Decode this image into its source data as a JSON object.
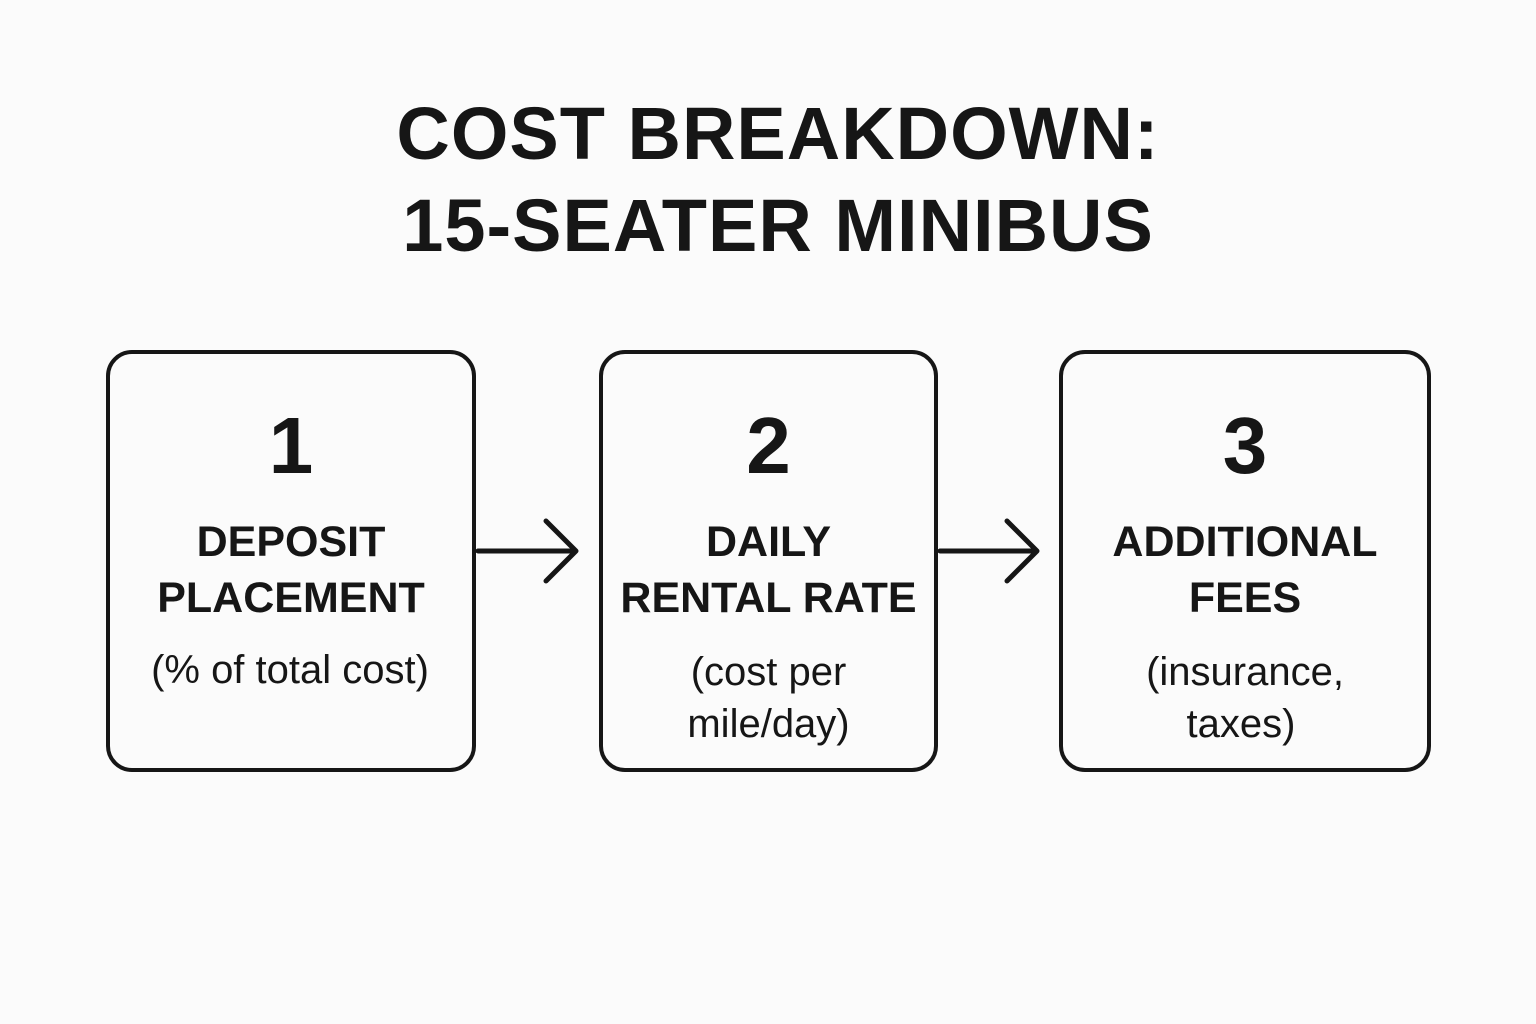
{
  "title": {
    "line1": "COST BREAKDOWN:",
    "line2": "15-SEATER MINIBUS"
  },
  "steps": [
    {
      "number": "1",
      "heading_line1": "DEPOSIT",
      "heading_line2": "PLACEMENT",
      "detail_line1": "(% of total cost)",
      "detail_line2": ""
    },
    {
      "number": "2",
      "heading_line1": "DAILY",
      "heading_line2": "RENTAL RATE",
      "detail_line1": "(cost per",
      "detail_line2": "mile/day)"
    },
    {
      "number": "3",
      "heading_line1": "ADDITIONAL",
      "heading_line2": "FEES",
      "detail_line1": "(insurance,",
      "detail_line2": "taxes)"
    }
  ],
  "colors": {
    "background": "#fbfbfb",
    "ink": "#161616"
  },
  "icons": [
    "arrow-right-icon",
    "arrow-right-icon"
  ]
}
